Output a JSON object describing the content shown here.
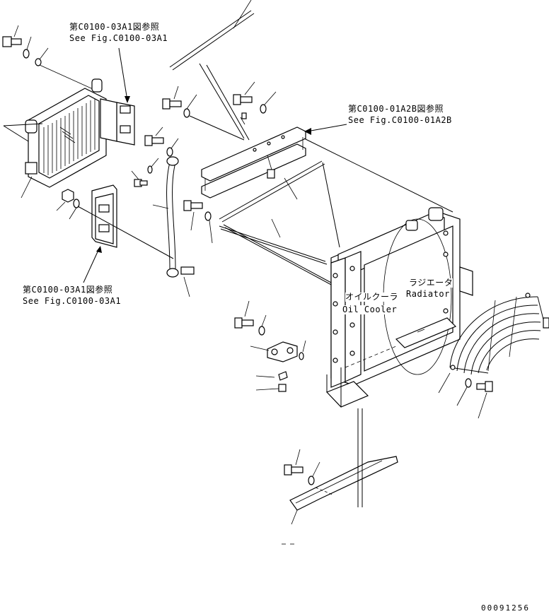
{
  "references": {
    "top_left_jp": "第C0100-03A1図参照",
    "top_left_en": "See Fig.C0100-03A1",
    "top_right_jp": "第C0100-01A2B図参照",
    "top_right_en": "See Fig.C0100-01A2B",
    "mid_left_jp": "第C0100-03A1図参照",
    "mid_left_en": "See Fig.C0100-03A1"
  },
  "labels": {
    "oil_cooler_jp": "オイルクーラ",
    "oil_cooler_en": "Oil Cooler",
    "radiator_jp": "ラジエータ",
    "radiator_en": "Radiator"
  },
  "drawing_number": "00091256"
}
